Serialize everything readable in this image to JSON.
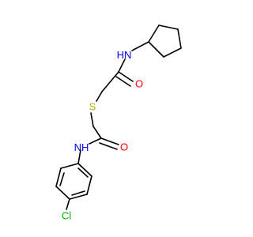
{
  "molecule": {
    "atoms": {
      "nh_upper": {
        "element": "N",
        "hydrogen": "H",
        "color": "#0000ff"
      },
      "o_upper": {
        "element": "O",
        "color": "#ff0000"
      },
      "s": {
        "element": "S",
        "color": "#b2b200"
      },
      "nh_lower": {
        "element": "N",
        "hydrogen": "H",
        "color": "#0000ff"
      },
      "o_lower": {
        "element": "O",
        "color": "#ff0000"
      },
      "cl": {
        "element": "Cl",
        "color": "#00b200"
      }
    },
    "bond_color": "#000000"
  }
}
